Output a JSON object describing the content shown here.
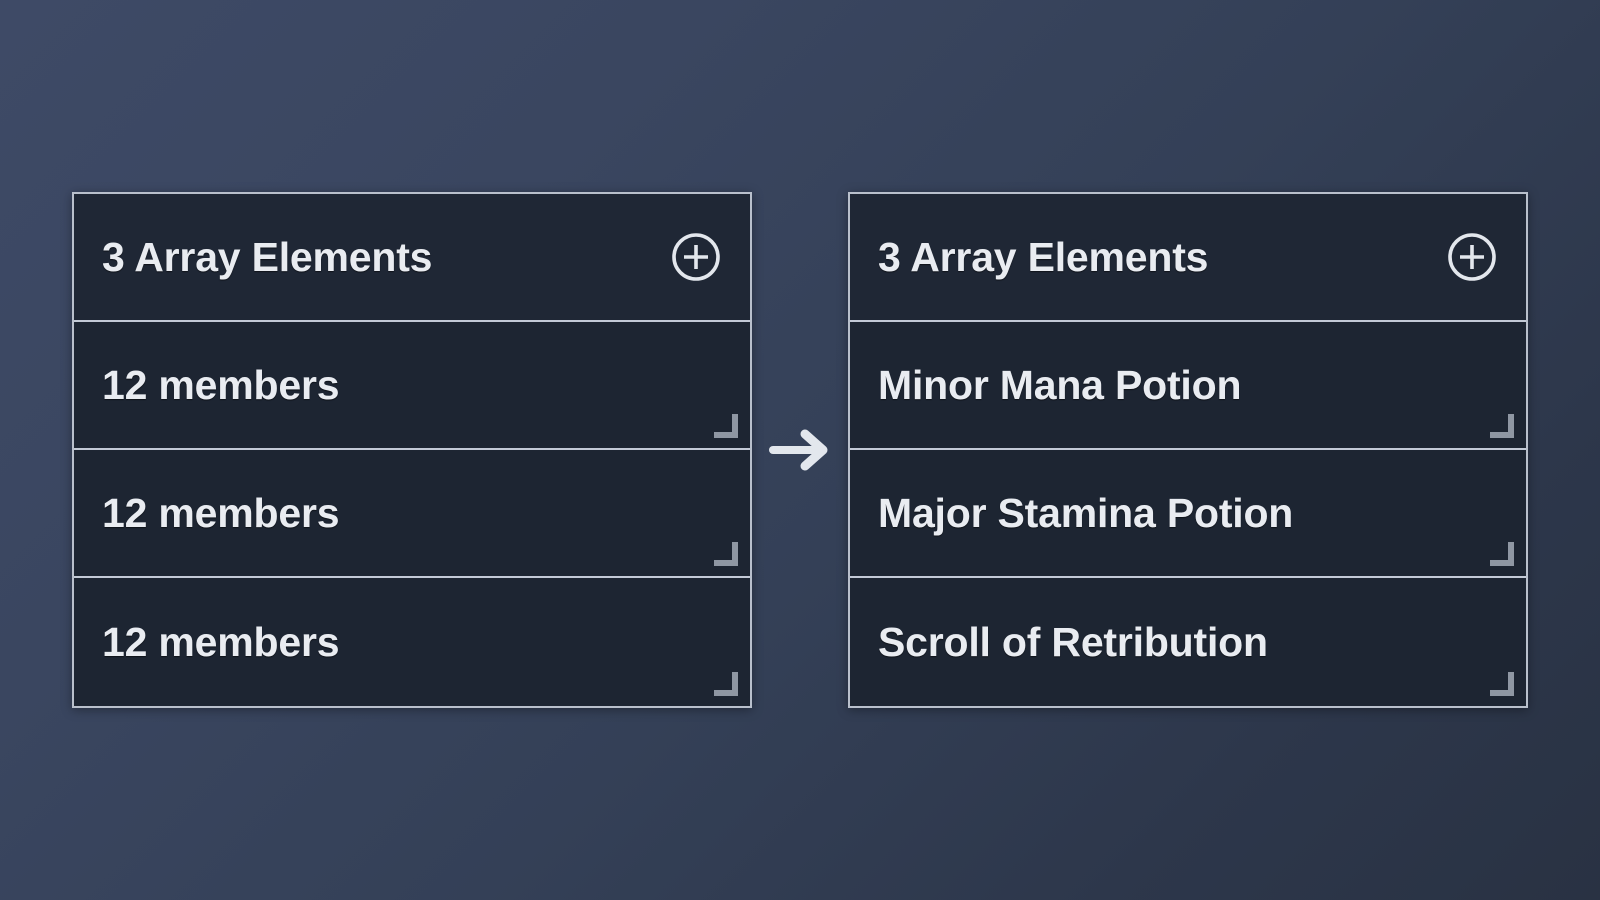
{
  "background": {
    "color_top_left": "#3e4a66",
    "color_bottom_right": "#293243"
  },
  "theme": {
    "panel_fill": "#1d2532",
    "panel_border": "#b9c0cc",
    "divider": "#c3cad6",
    "text": "#e9ecf1",
    "handle": "#8f97a3"
  },
  "transition": {
    "arrow_icon": "arrow-right-icon",
    "direction": "right"
  },
  "before_panel": {
    "header": {
      "label": "3 Array Elements",
      "add_icon": "circle-plus-icon"
    },
    "rows": [
      {
        "label": "12 members",
        "has_resize_handle": true
      },
      {
        "label": "12 members",
        "has_resize_handle": true
      },
      {
        "label": "12 members",
        "has_resize_handle": true
      }
    ]
  },
  "after_panel": {
    "header": {
      "label": "3 Array Elements",
      "add_icon": "circle-plus-icon"
    },
    "rows": [
      {
        "label": "Minor Mana Potion",
        "has_resize_handle": true
      },
      {
        "label": "Major Stamina Potion",
        "has_resize_handle": true
      },
      {
        "label": "Scroll of Retribution",
        "has_resize_handle": true
      }
    ]
  }
}
